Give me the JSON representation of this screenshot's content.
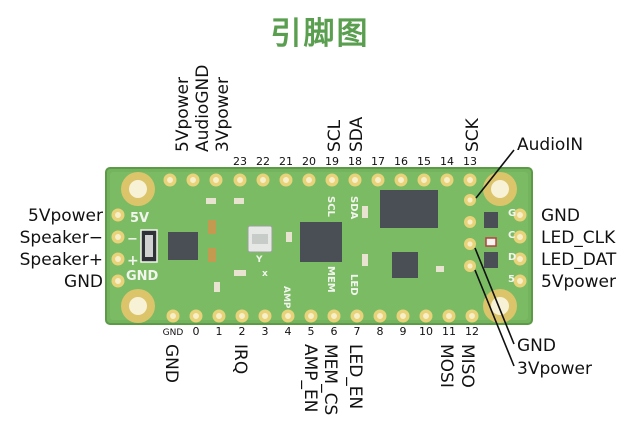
{
  "title": "引脚图",
  "colors": {
    "board": "#74b45e",
    "board_edge": "#5c9a48",
    "pad_gold": "#e8d27a",
    "pad_hole": "#f6efc8",
    "hole_ring": "#dcc46a",
    "hole_center": "#f7f1d6",
    "chip": "#4a4f56",
    "silk": "#f2f4ee",
    "title": "#5a9e50"
  },
  "top_numbers": [
    "23",
    "22",
    "21",
    "20",
    "19",
    "18",
    "17",
    "16",
    "15",
    "14",
    "13"
  ],
  "bottom_numbers": [
    "GND",
    "0",
    "1",
    "2",
    "3",
    "4",
    "5",
    "6",
    "7",
    "8",
    "9",
    "10",
    "11",
    "12"
  ],
  "top_labels": {
    "col23": [
      "3Vpower",
      "AudioGND",
      "5Vpower"
    ],
    "col19": "SCL",
    "col18": "SDA",
    "col13": "SCK"
  },
  "bottom_labels": {
    "colGND": "GND",
    "col2": "IRQ",
    "col5": [
      "MEM_CS",
      "AMP_EN"
    ],
    "col7": "LED_EN",
    "col11": "MOSI",
    "col12": "MISO"
  },
  "left_labels": [
    "5Vpower",
    "Speaker−",
    "Speaker+",
    "GND"
  ],
  "right_labels": [
    "GND",
    "LED_CLK",
    "LED_DAT",
    "5Vpower"
  ],
  "callouts": {
    "audio_in": "AudioIN",
    "gnd": "GND",
    "power3v": "3Vpower"
  },
  "silkscreen": {
    "v5": "5V",
    "gnd": "GND",
    "scl": "SCL",
    "sda": "SDA",
    "mem": "MEM",
    "led": "LED",
    "amp": "AMP",
    "right_pins": [
      "G",
      "C",
      "D",
      "5"
    ],
    "plus": "+",
    "minus": "−",
    "y": "Y",
    "x": "x"
  }
}
